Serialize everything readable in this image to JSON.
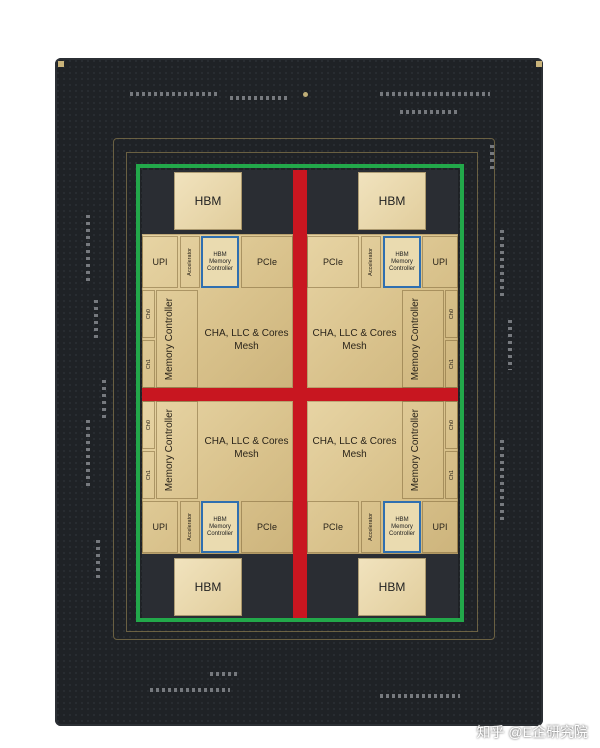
{
  "labels": {
    "hbm": "HBM",
    "upi": "UPI",
    "pcie": "PCIe",
    "accelerator": "Accelerator",
    "hbm_controller": "HBM Memory Controller",
    "memory_controller": "Memory Controller",
    "cha": "CHA, LLC & Cores Mesh",
    "ch0": "Ch0",
    "ch1": "Ch1"
  },
  "watermark": {
    "text": "知乎 @E企研究院"
  },
  "colors": {
    "package": "#1f2226",
    "die": "#e0c997",
    "mesh_interconnect": "#c81620",
    "die_boundary": "#22a84a",
    "hbm_controller_border": "#2f6fb0"
  }
}
